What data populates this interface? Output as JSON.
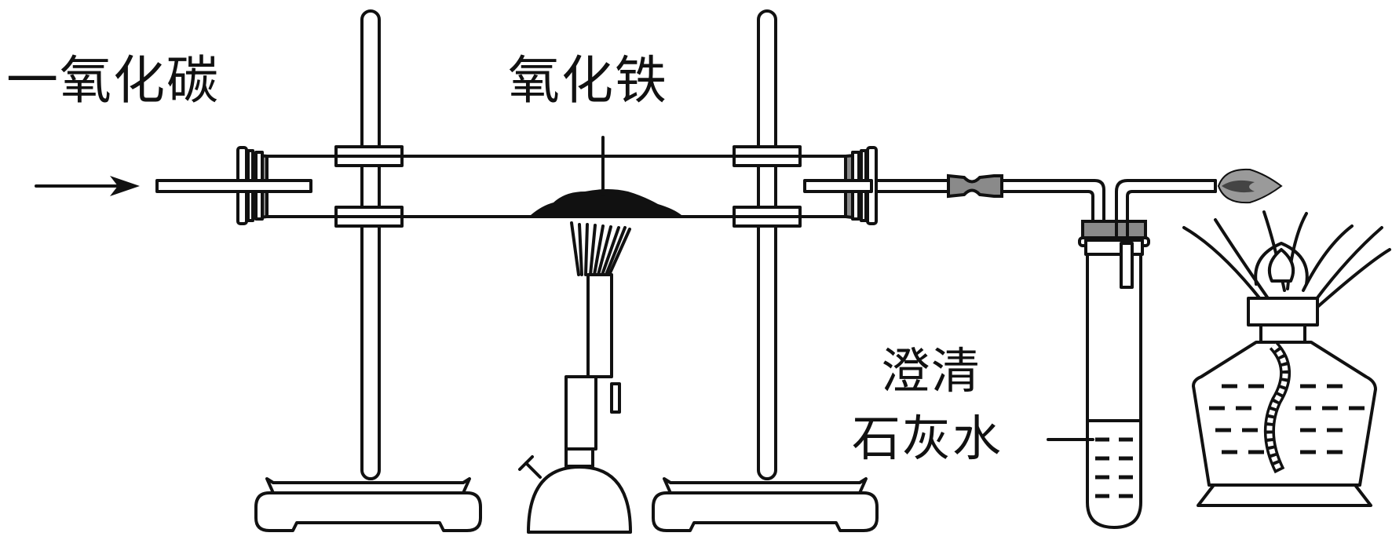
{
  "labels": {
    "carbon_monoxide": "一氧化碳",
    "iron_oxide": "氧化铁",
    "limewater_line1": "澄清",
    "limewater_line2": "石灰水"
  },
  "colors": {
    "line": "#111111",
    "stopper_gray": "#8a8a8a",
    "flame_gray": "#9a9a9a"
  },
  "icons": [
    "arrow-right-icon",
    "flame-icon"
  ]
}
